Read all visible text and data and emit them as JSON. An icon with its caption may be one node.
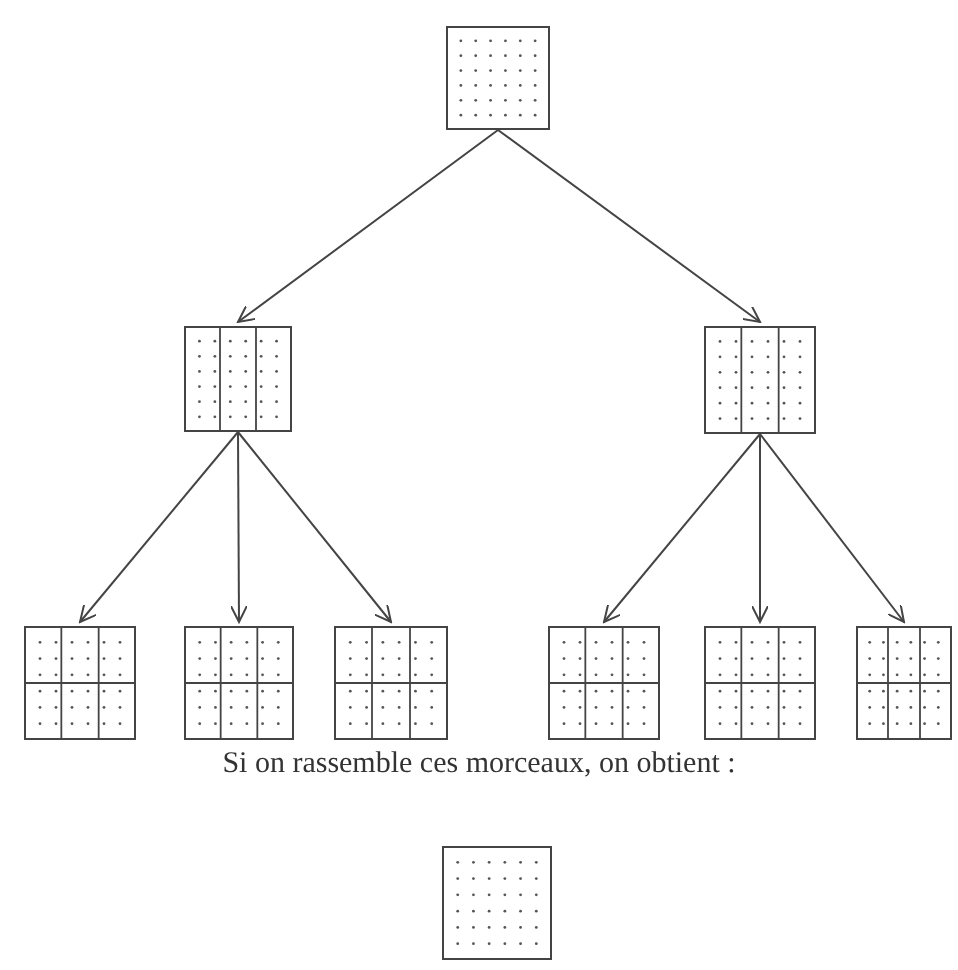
{
  "diagram": {
    "nodes": [
      {
        "text": [],
        "shape": "box"
      },
      {
        "text": [],
        "shape": "box"
      },
      {
        "text": [],
        "shape": "box"
      },
      {
        "text": [],
        "shape": "box"
      },
      {
        "text": [],
        "shape": "box"
      },
      {
        "text": [],
        "shape": "box"
      },
      {
        "text": [],
        "shape": "box"
      },
      {
        "text": [],
        "shape": "box"
      },
      {
        "text": [],
        "shape": "box"
      },
      {
        "text": [],
        "shape": "box"
      }
    ],
    "edges": [
      {
        "from": 0,
        "to": 1,
        "arrow": "to"
      },
      {
        "from": 0,
        "to": 2,
        "arrow": "to"
      },
      {
        "from": 1,
        "to": 3,
        "arrow": "to"
      },
      {
        "from": 1,
        "to": 4,
        "arrow": "to"
      },
      {
        "from": 1,
        "to": 5,
        "arrow": "to"
      },
      {
        "from": 2,
        "to": 6,
        "arrow": "to"
      },
      {
        "from": 2,
        "to": 7,
        "arrow": "to"
      },
      {
        "from": 2,
        "to": 8,
        "arrow": "to"
      }
    ],
    "labels": [
      "Si on rassemble ces morceaux, on obtient :"
    ]
  }
}
